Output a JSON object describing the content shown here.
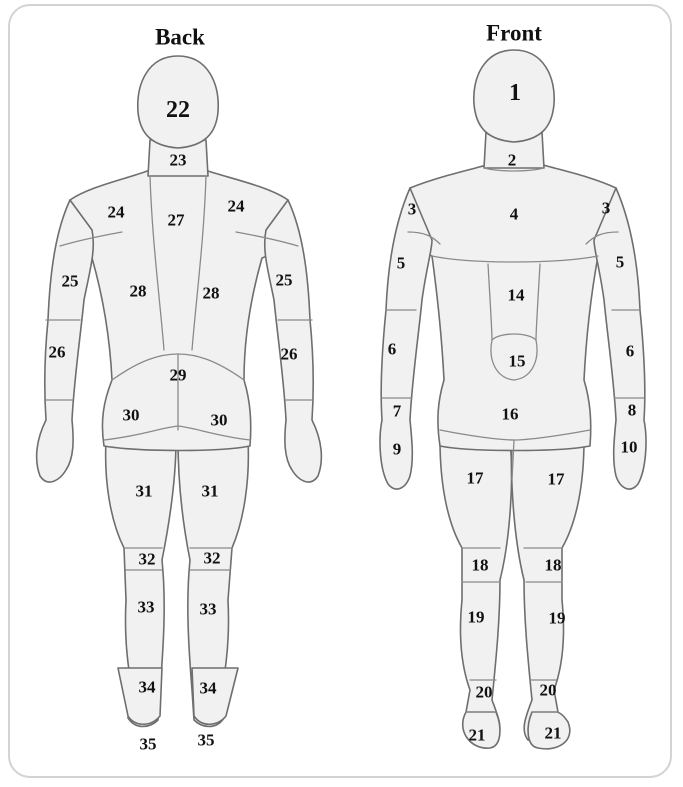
{
  "titles": {
    "back": "Back",
    "front": "Front"
  },
  "back_labels": [
    "22",
    "23",
    "24",
    "24",
    "27",
    "25",
    "25",
    "28",
    "28",
    "26",
    "26",
    "29",
    "30",
    "30",
    "31",
    "31",
    "32",
    "32",
    "33",
    "33",
    "34",
    "34",
    "35",
    "35"
  ],
  "front_labels": [
    "1",
    "2",
    "3",
    "3",
    "4",
    "5",
    "5",
    "14",
    "6",
    "6",
    "15",
    "7",
    "8",
    "16",
    "9",
    "10",
    "17",
    "17",
    "18",
    "18",
    "19",
    "19",
    "20",
    "20",
    "21",
    "21"
  ],
  "colors": {
    "outline": "#6e6e6e",
    "fill": "#f1f1f1",
    "frame": "#d3d3d3",
    "text": "#111111"
  }
}
